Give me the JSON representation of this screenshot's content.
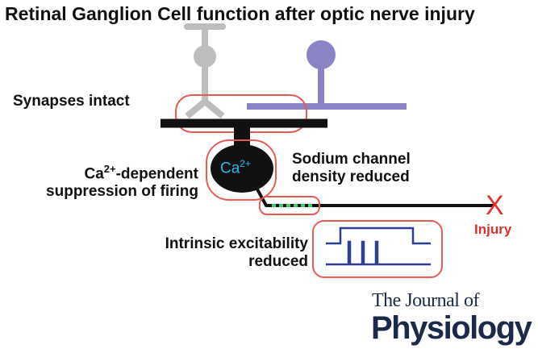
{
  "title": "Retinal Ganglion Cell function after optic nerve injury",
  "labels": {
    "synapses": "Synapses intact",
    "ca_line1_prefix": "Ca",
    "ca_line1_sup": "2+",
    "ca_line1_suffix": "-dependent",
    "ca_line2": "suppression of firing",
    "sodium_line1": "Sodium channel",
    "sodium_line2": "density reduced",
    "excitability_line1": "Intrinsic excitability",
    "excitability_line2": "reduced",
    "injury": "Injury",
    "injury_mark": "X"
  },
  "soma": {
    "ion": "Ca",
    "charge": "2+"
  },
  "journal": {
    "line1": "The Journal of",
    "line2": "Physiology"
  },
  "colors": {
    "highlight_outline": "#e85a55",
    "injury": "#e0302b",
    "grey_neuron": "#bdbdbd",
    "purple_neuron": "#8a84c4",
    "axon": "#111111",
    "sodium_channels": "#3fcf6a",
    "ca_text": "#29b8ee",
    "trace": "#2e3f94",
    "journal": "#1b2a4a"
  }
}
